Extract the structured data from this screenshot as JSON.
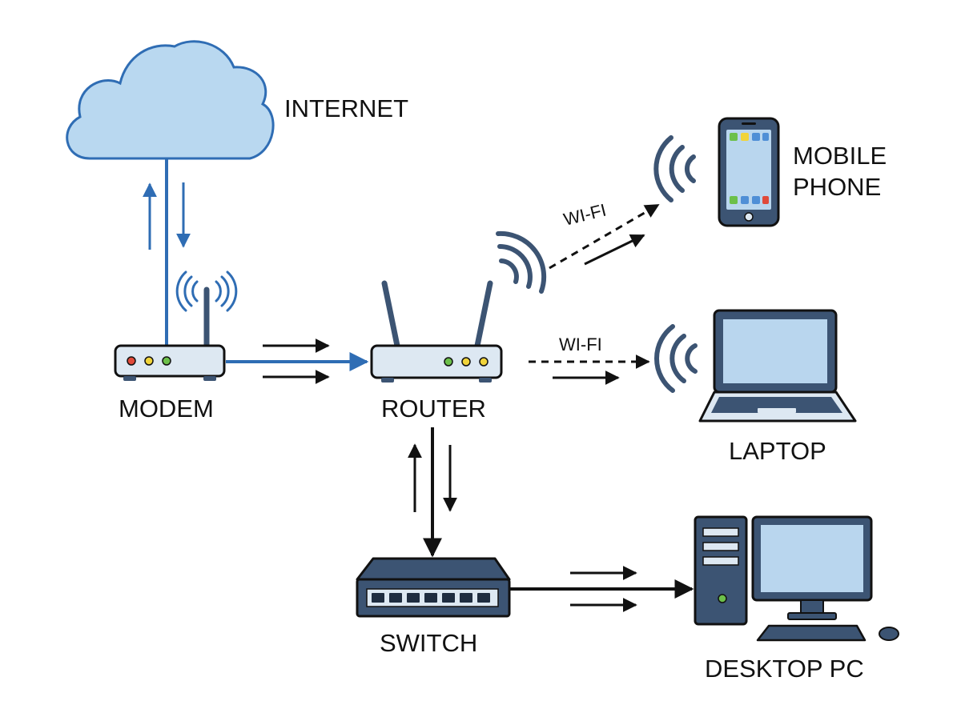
{
  "nodes": {
    "internet": {
      "label": "INTERNET"
    },
    "modem": {
      "label": "MODEM"
    },
    "router": {
      "label": "ROUTER"
    },
    "mobile": {
      "label_line1": "MOBILE",
      "label_line2": "PHONE"
    },
    "laptop": {
      "label": "LAPTOP"
    },
    "switch": {
      "label": "SWITCH"
    },
    "desktop": {
      "label": "DESKTOP PC"
    }
  },
  "links": {
    "router_mobile": {
      "label": "WI-FI"
    },
    "router_laptop": {
      "label": "WI-FI"
    }
  },
  "colors": {
    "line": "#111111",
    "accent_blue": "#2f6db4",
    "device_fill": "#dde8f2",
    "device_dark": "#3c5473",
    "screen_fill": "#b9d6ee",
    "cloud_fill": "#b9d8f0",
    "led_red": "#e04a3a",
    "led_yellow": "#f1d43a",
    "led_green": "#6cc04a"
  }
}
